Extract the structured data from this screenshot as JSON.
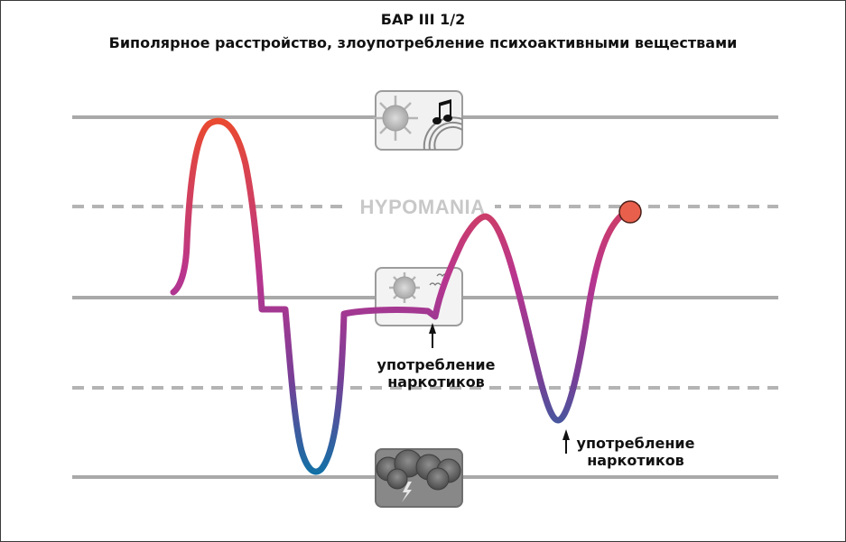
{
  "title": {
    "line1": "БАР III 1/2",
    "line2": "Биполярное расстройство, злоупотребление психоактивными веществами"
  },
  "levels": [
    {
      "name": "severe-mania",
      "style": "solid",
      "icon": "sun-rainbow-music-icon"
    },
    {
      "name": "hypomania",
      "style": "dashed",
      "label": "HYPOMANIA"
    },
    {
      "name": "normal",
      "style": "solid",
      "icon": "sun-clouds-icon"
    },
    {
      "name": "mild-depression",
      "style": "dashed"
    },
    {
      "name": "severe-depression",
      "style": "solid",
      "icon": "storm-clouds-icon"
    }
  ],
  "annotations": [
    {
      "text_line1": "употребление",
      "text_line2": "наркотиков"
    },
    {
      "text_line1": "употребление",
      "text_line2": "наркотиков"
    }
  ],
  "colors": {
    "line": "#a9a9aa",
    "mood_high": "#e8483c",
    "mood_mid": "#b23a8f",
    "mood_low": "#1a6f9e",
    "endpoint": "#e8604c"
  }
}
